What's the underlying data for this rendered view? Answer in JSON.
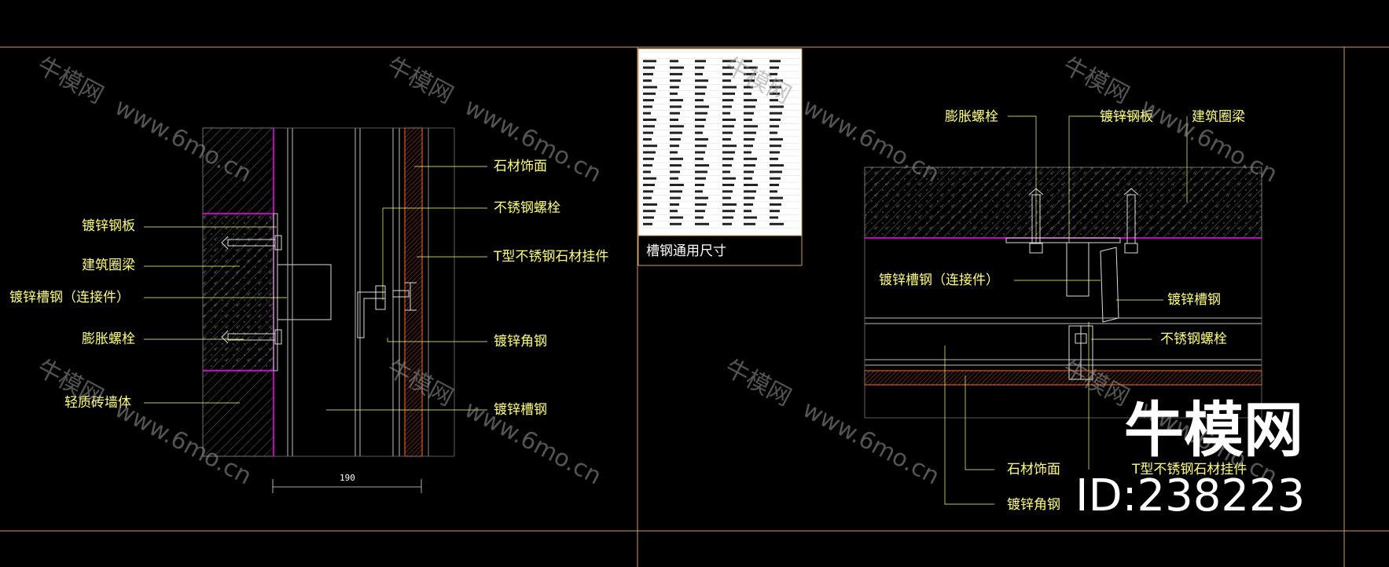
{
  "left_detail": {
    "labels_left": [
      "镀锌钢板",
      "建筑圈梁",
      "镀锌槽钢（连接件）",
      "膨胀螺栓",
      "轻质砖墙体"
    ],
    "labels_right": [
      "石材饰面",
      "不锈钢螺栓",
      "T型不锈钢石材挂件",
      "镀锌角钢",
      "镀锌槽钢"
    ],
    "dimension": "190"
  },
  "table": {
    "caption": "槽钢通用尺寸"
  },
  "right_detail": {
    "labels_top": [
      "膨胀螺栓",
      "镀锌钢板",
      "建筑圈梁"
    ],
    "label_channel_conn": "镀锌槽钢（连接件）",
    "label_channel": "镀锌槽钢",
    "label_bolt": "不锈钢螺栓",
    "label_stone": "石材饰面",
    "label_hanger": "T型不锈钢石材挂件",
    "label_angle": "镀锌角钢"
  },
  "watermark": {
    "brand": "牛模网",
    "url": "www.6mo.cn",
    "id": "ID:238223"
  },
  "colors": {
    "background": "#000000",
    "label": "#ffff7f",
    "frame": "#c8a060",
    "accent": "#ff00ff",
    "stone": "#ff6a30"
  }
}
